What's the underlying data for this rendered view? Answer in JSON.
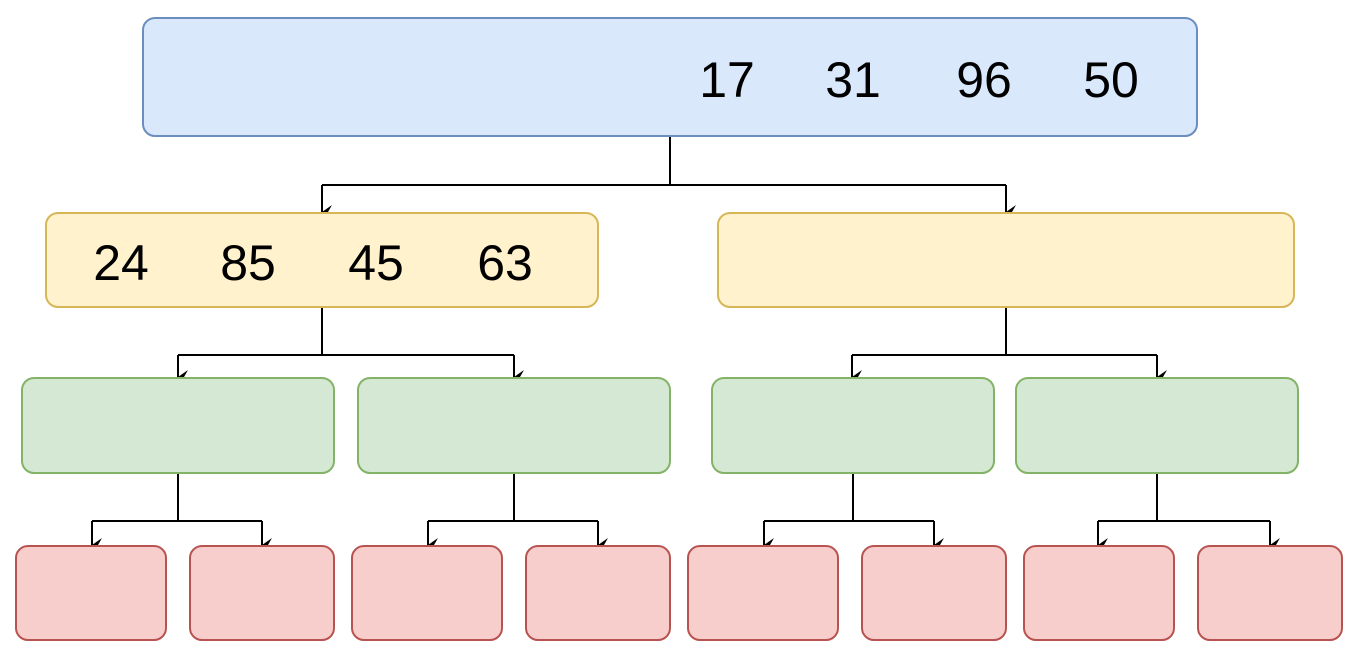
{
  "levels": [
    {
      "name": "level-0",
      "fill": "#dae8fc",
      "stroke": "#6c8ebf",
      "nodes": [
        {
          "values": [
            "17",
            "31",
            "96",
            "50"
          ]
        }
      ]
    },
    {
      "name": "level-1",
      "fill": "#fff2cc",
      "stroke": "#d6b656",
      "nodes": [
        {
          "values": [
            "24",
            "85",
            "45",
            "63"
          ]
        },
        {
          "values": []
        }
      ]
    },
    {
      "name": "level-2",
      "fill": "#d5e8d4",
      "stroke": "#82b366",
      "nodes": [
        {
          "values": []
        },
        {
          "values": []
        },
        {
          "values": []
        },
        {
          "values": []
        }
      ]
    },
    {
      "name": "level-3",
      "fill": "#f8cecc",
      "stroke": "#b85450",
      "nodes": [
        {
          "values": []
        },
        {
          "values": []
        },
        {
          "values": []
        },
        {
          "values": []
        },
        {
          "values": []
        },
        {
          "values": []
        },
        {
          "values": []
        },
        {
          "values": []
        }
      ]
    }
  ],
  "edges": [
    {
      "from": "0-0",
      "to": "1-0"
    },
    {
      "from": "0-0",
      "to": "1-1"
    },
    {
      "from": "1-0",
      "to": "2-0"
    },
    {
      "from": "1-0",
      "to": "2-1"
    },
    {
      "from": "1-1",
      "to": "2-2"
    },
    {
      "from": "1-1",
      "to": "2-3"
    },
    {
      "from": "2-0",
      "to": "3-0"
    },
    {
      "from": "2-0",
      "to": "3-1"
    },
    {
      "from": "2-1",
      "to": "3-2"
    },
    {
      "from": "2-1",
      "to": "3-3"
    },
    {
      "from": "2-2",
      "to": "3-4"
    },
    {
      "from": "2-2",
      "to": "3-5"
    },
    {
      "from": "2-3",
      "to": "3-6"
    },
    {
      "from": "2-3",
      "to": "3-7"
    }
  ]
}
